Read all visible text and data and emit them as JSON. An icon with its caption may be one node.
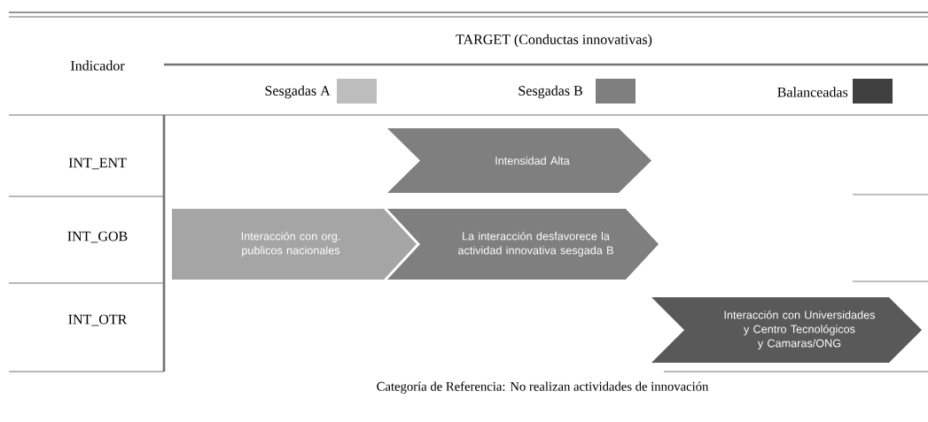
{
  "diagram": {
    "caption": "Categoría de Referencia: No realizan actividades de innovación",
    "nodes": [
      {
        "text": [
          "Intensidad Alta"
        ]
      },
      {
        "text": [
          "Interacción con org. publicos nacionales"
        ]
      },
      {
        "text": [
          "La interacción desfavorece la actividad innovativa sesgada B"
        ]
      },
      {
        "text": [
          "Interacción con Universidades y Centro Tecnológicos y Camaras/ONG"
        ]
      }
    ],
    "labels": [
      "Indicador",
      "TARGET (Conductas innovativas)",
      "INT_ENT",
      "INT_GOB",
      "INT_OTR"
    ],
    "legend": [
      {
        "text": "Sesgadas A",
        "color": "#bdbdbd"
      },
      {
        "text": "Sesgadas B",
        "color": "#7f7f7f"
      },
      {
        "text": "Balanceadas",
        "color": "#404040"
      }
    ]
  }
}
